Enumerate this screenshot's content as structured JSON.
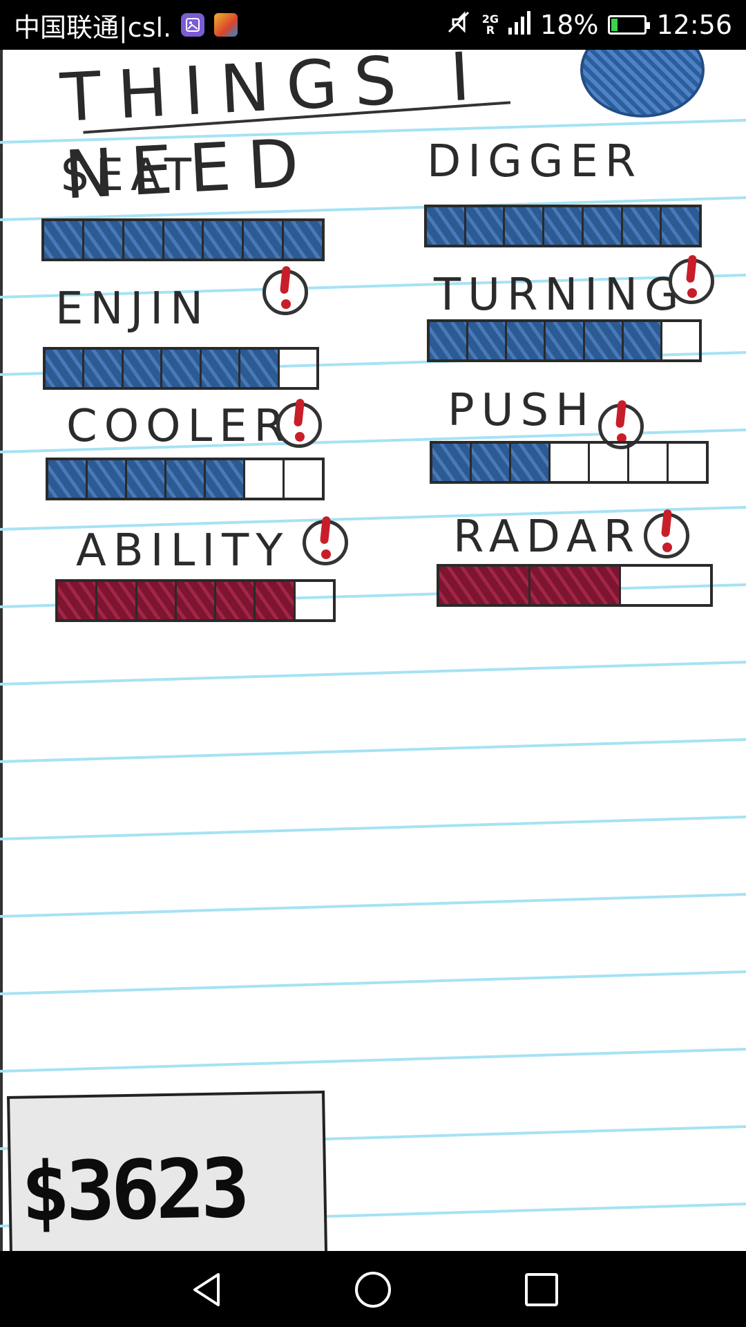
{
  "status_bar": {
    "carrier": "中国联通|csl.",
    "network": "2G",
    "roaming": "R",
    "battery": "18%",
    "time": "12:56"
  },
  "title": "THINGS I NEED",
  "upgrades": [
    {
      "label": "SEAT",
      "level": 7,
      "max": 7,
      "color": "blue",
      "alert": false
    },
    {
      "label": "DIGGER",
      "level": 7,
      "max": 7,
      "color": "blue",
      "alert": false
    },
    {
      "label": "ENJIN",
      "level": 6,
      "max": 7,
      "color": "blue",
      "alert": true
    },
    {
      "label": "TURNING",
      "level": 6,
      "max": 7,
      "color": "blue",
      "alert": true
    },
    {
      "label": "COOLER",
      "level": 5,
      "max": 7,
      "color": "blue",
      "alert": true
    },
    {
      "label": "PUSH",
      "level": 3,
      "max": 7,
      "color": "blue",
      "alert": true
    },
    {
      "label": "ABILITY",
      "level": 6,
      "max": 7,
      "color": "red",
      "alert": true
    },
    {
      "label": "RADAR",
      "level": 2,
      "max": 3,
      "color": "red",
      "alert": true
    }
  ],
  "money": "$3623",
  "icons": {
    "mute": "mute-icon",
    "signal": "signal-icon",
    "battery": "battery-charging-icon",
    "back": "back-icon",
    "home": "home-icon",
    "recent": "recent-apps-icon"
  },
  "colors": {
    "blue_fill": "#2c5a93",
    "red_fill": "#7d1430",
    "alert": "#c81e2a",
    "line": "#a6e2f4"
  }
}
